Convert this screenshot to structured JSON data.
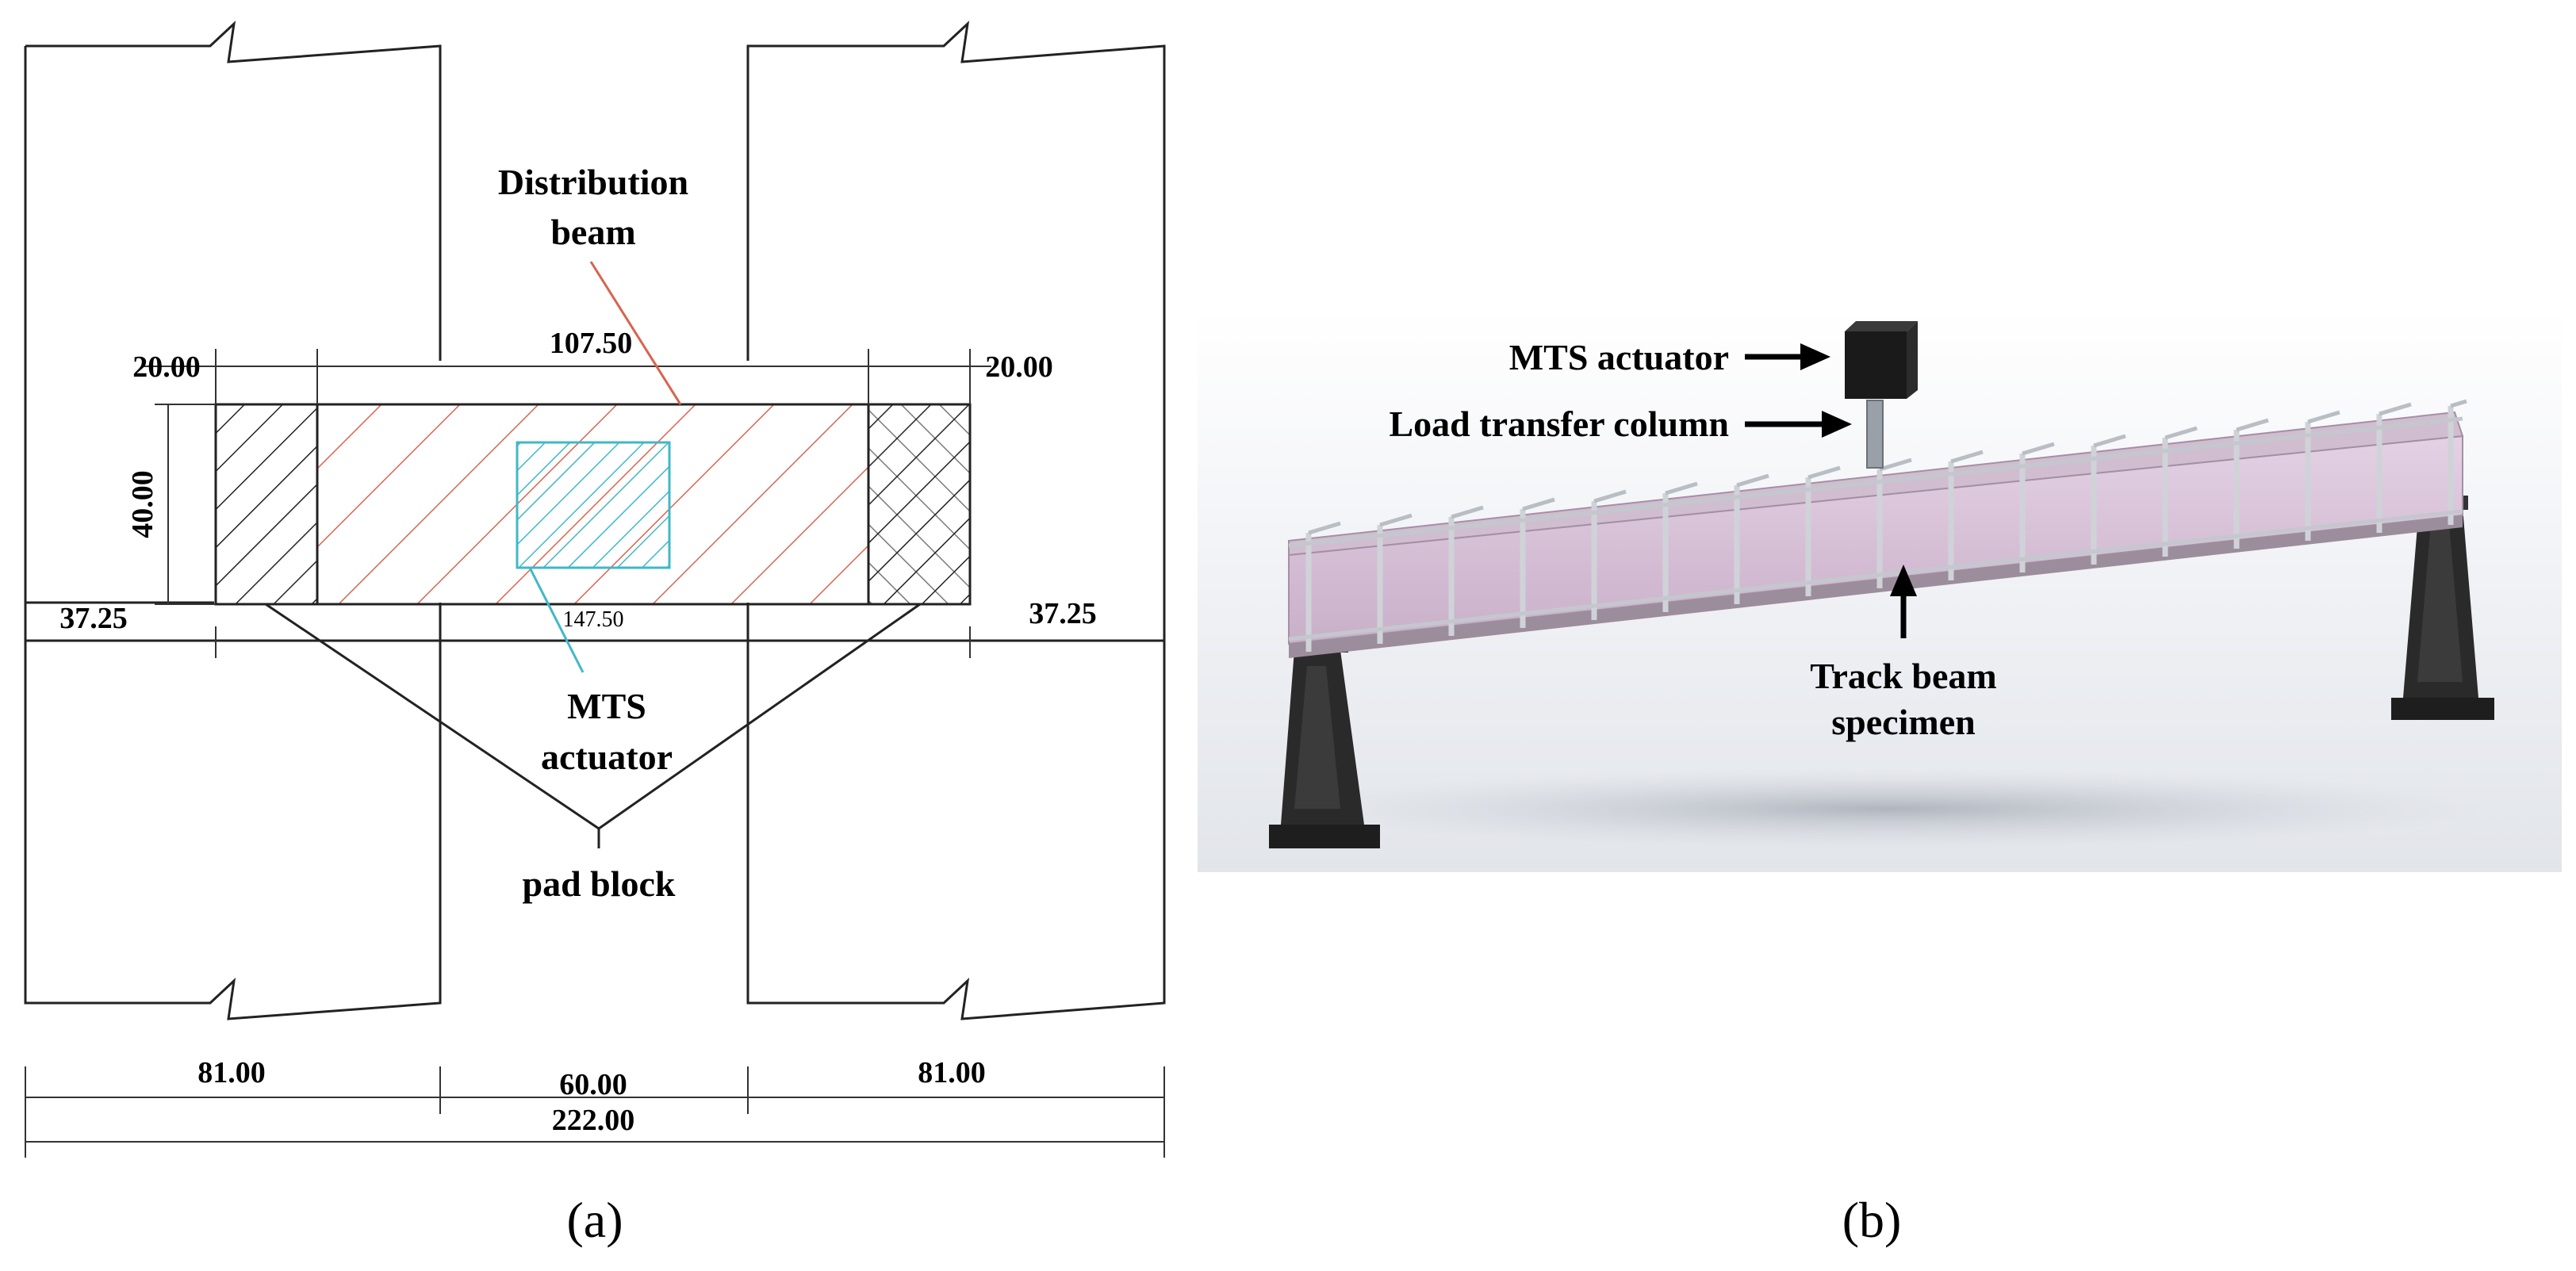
{
  "panel_a": {
    "caption": "(a)",
    "labels": {
      "distribution_beam": [
        "Distribution",
        "beam"
      ],
      "mts_actuator": [
        "MTS",
        "actuator"
      ],
      "pad_block": "pad block"
    },
    "dimensions": {
      "top_left": "20.00",
      "top_mid": "107.50",
      "top_right": "20.00",
      "height": "40.00",
      "left_offset": "37.25",
      "inner_span": "147.50",
      "right_offset": "37.25",
      "bottom_left": "81.00",
      "bottom_mid": "60.00",
      "bottom_right": "81.00",
      "total": "222.00"
    },
    "colors": {
      "distribution_beam": "#d9634e",
      "mts_actuator": "#3fb8c8",
      "pad_block": "#222222"
    }
  },
  "panel_b": {
    "caption": "(b)",
    "labels": {
      "mts_actuator": "MTS actuator",
      "load_transfer_column": "Load transfer column",
      "track_beam_specimen": [
        "Track beam",
        "specimen"
      ]
    },
    "colors": {
      "beam_fill": "#d8c3d8",
      "support": "#2a2a2a"
    }
  }
}
